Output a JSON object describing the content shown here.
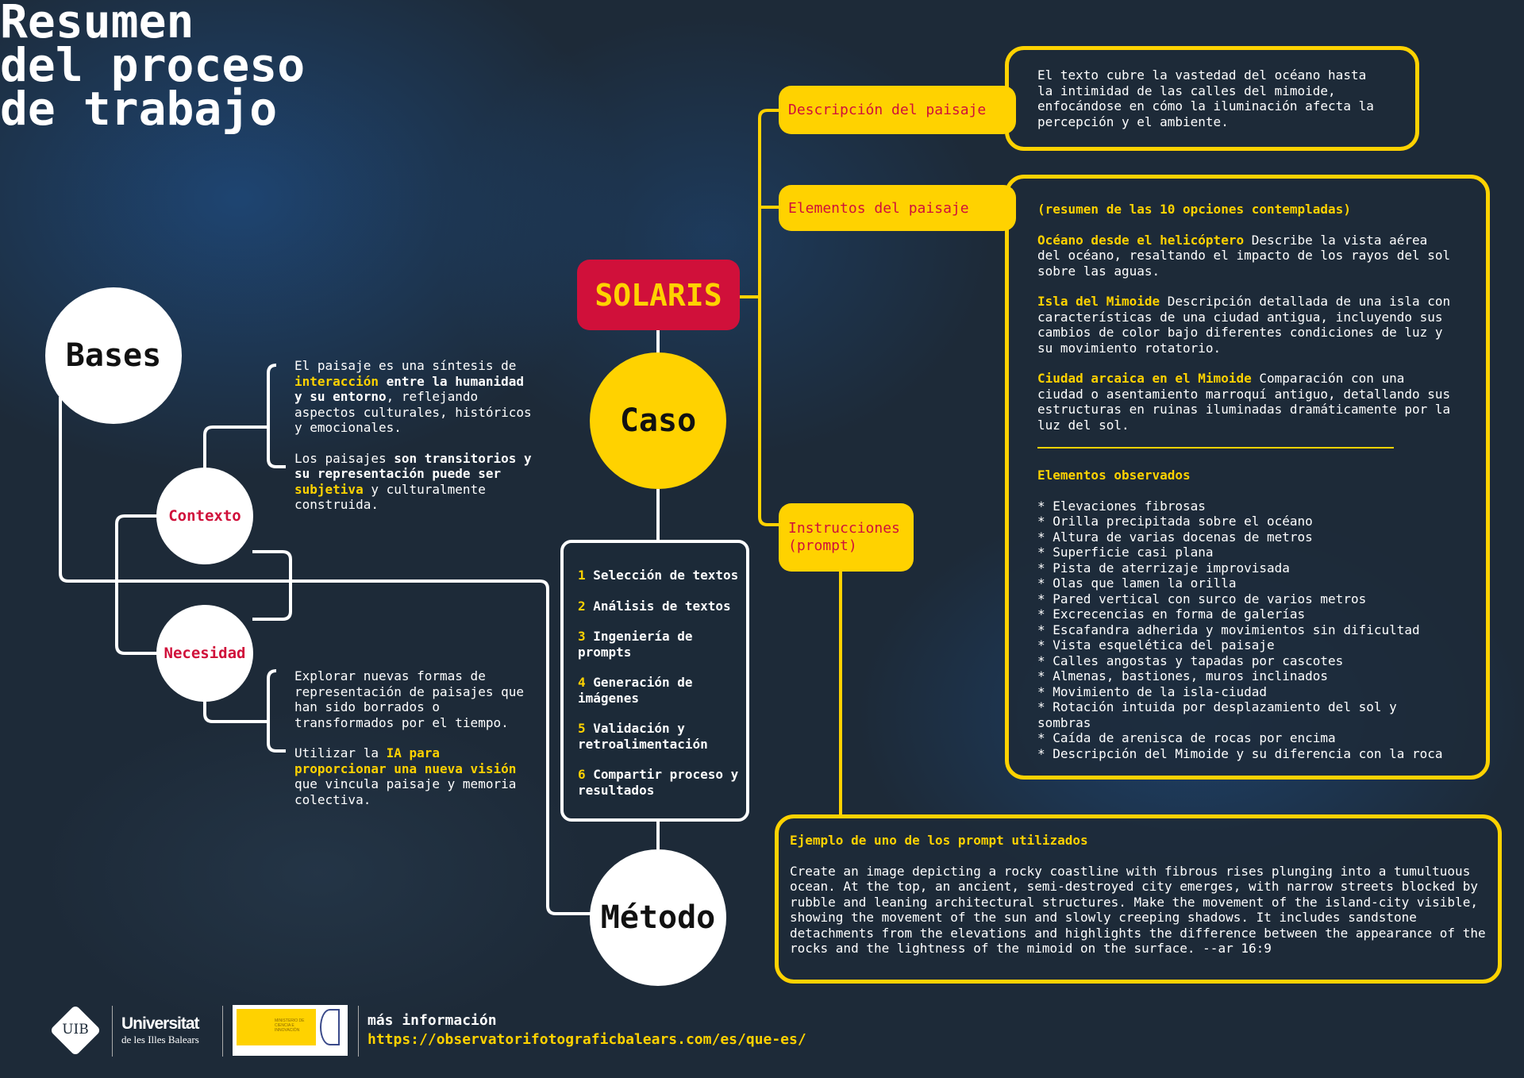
{
  "title": "Resumen\ndel proceso\nde trabajo",
  "nodes": {
    "bases": "Bases",
    "contexto": "Contexto",
    "necesidad": "Necesidad",
    "caso": "Caso",
    "metodo": "Método",
    "solaris": "SOLARIS"
  },
  "contexto_text": {
    "p1": [
      "El paisaje es una síntesis de ",
      "interacción",
      " entre la humanidad y su entorno",
      ", reflejando aspectos culturales, históricos y emocionales."
    ],
    "p2": [
      "Los paisajes ",
      "son transitorios y su representación puede ser ",
      "subjetiva",
      " y culturalmente construida."
    ]
  },
  "necesidad_text": {
    "p1": "Explorar nuevas formas de representación de paisajes que han sido borrados o transformados por el tiempo.",
    "p2": [
      "Utilizar la ",
      "IA para proporcionar una nueva visión",
      " que vincula paisaje y memoria colectiva."
    ]
  },
  "method_steps": [
    {
      "n": "1",
      "label": "Selección de textos"
    },
    {
      "n": "2",
      "label": "Análisis de textos"
    },
    {
      "n": "3",
      "label": "Ingeniería de prompts"
    },
    {
      "n": "4",
      "label": "Generación de imágenes"
    },
    {
      "n": "5",
      "label": "Validación y retroalimentación"
    },
    {
      "n": "6",
      "label": "Compartir proceso y resultados"
    }
  ],
  "branches": {
    "descripcion": {
      "label": "Descripción del paisaje",
      "text": "El texto cubre la vastedad del océano hasta la intimidad de las calles del mimoide, enfocándose en cómo la iluminación afecta la percepción y el ambiente."
    },
    "elementos": {
      "label": "Elementos del paisaje",
      "subtitle": "(resumen de las 10 opciones contempladas)",
      "options": [
        {
          "name": "Océano desde el helicóptero",
          "text": "Describe la vista aérea del océano, resaltando el impacto de los rayos del sol sobre las aguas."
        },
        {
          "name": "Isla del Mimoide",
          "text": "Descripción detallada de una isla con características de una ciudad antigua, incluyendo sus cambios de color bajo diferentes condiciones de luz y su movimiento rotatorio."
        },
        {
          "name": "Ciudad arcaica en el Mimoide",
          "text": "Comparación con una ciudad o asentamiento marroquí antiguo, detallando sus estructuras en ruinas iluminadas dramáticamente por la luz del sol."
        }
      ],
      "observed_title": "Elementos observados",
      "observed": [
        "Elevaciones fibrosas",
        "Orilla precipitada sobre el océano",
        "Altura de varias docenas de metros",
        "Superficie casi plana",
        "Pista de aterrizaje improvisada",
        "Olas que lamen la orilla",
        "Pared vertical con surco de varios metros",
        "Excrecencias en forma de galerías",
        "Escafandra adherida y movimientos sin dificultad",
        "Vista esquelética del paisaje",
        "Calles angostas y tapadas por cascotes",
        "Almenas, bastiones, muros inclinados",
        "Movimiento de la isla-ciudad",
        "Rotación intuida por desplazamiento del sol y sombras",
        "Caída de arenisca de rocas por encima",
        "Descripción del Mimoide y su diferencia con la roca"
      ]
    },
    "instrucciones": {
      "label": "Instrucciones (prompt)"
    }
  },
  "example": {
    "title": "Ejemplo de uno de los prompt utilizados",
    "text": "Create an image depicting a rocky coastline with fibrous rises plunging into a tumultuous ocean. At the top, an ancient, semi-destroyed city emerges, with narrow streets blocked by rubble and leaning architectural structures. Make the movement of the island-city visible, showing the movement of the sun and slowly creeping shadows. It includes sandstone detachments from the elevations and highlights the difference between the appearance of the rocks and the lightness of the mimoid on the surface. --ar 16:9"
  },
  "footer": {
    "uib_logo": "UIB",
    "university": "Universitat",
    "university_sub": "de les Illes Balears",
    "ministry": "MINISTERIO DE CIENCIA E INNOVACIÓN",
    "more_info": "más información",
    "url": "https://observatorifotograficbalears.com/es/que-es/"
  },
  "colors": {
    "yellow": "#ffd200",
    "red": "#d0103a",
    "bg": "#1d2a38"
  }
}
